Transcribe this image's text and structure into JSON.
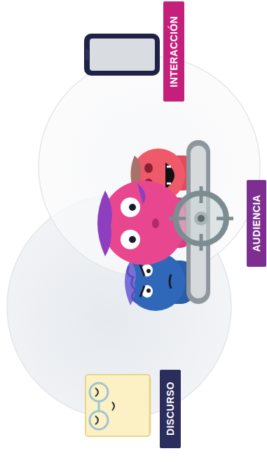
{
  "diagram": {
    "nodes": [
      {
        "text": [
          "DISCURSO"
        ]
      },
      {
        "text": [
          "AUDIENCIA"
        ]
      },
      {
        "text": [
          "INTERACCIÓN"
        ]
      }
    ]
  }
}
